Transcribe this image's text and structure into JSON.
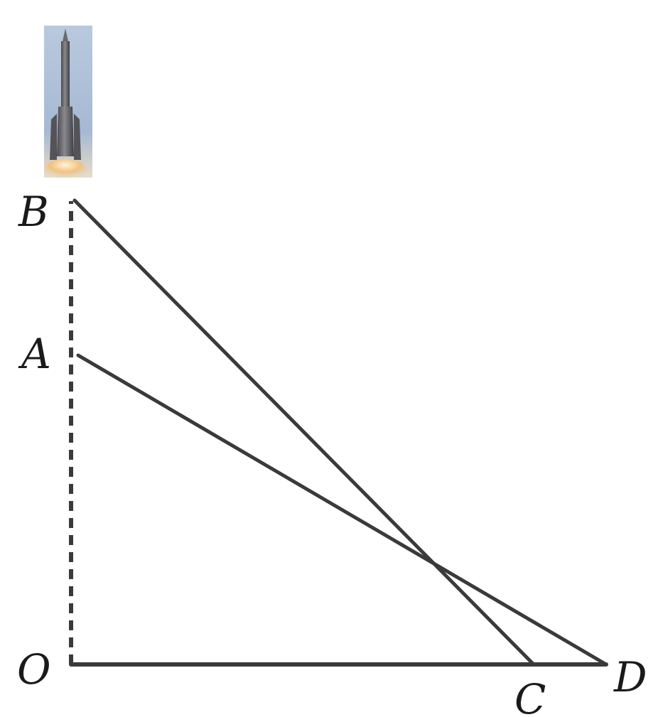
{
  "diagram": {
    "points": {
      "O": "O",
      "A": "A",
      "B": "B",
      "C": "C",
      "D": "D"
    },
    "segments": [
      {
        "from": "O",
        "to": "B",
        "style": "dashed"
      },
      {
        "from": "O",
        "to": "D",
        "style": "solid"
      },
      {
        "from": "A",
        "to": "D",
        "style": "solid"
      },
      {
        "from": "B",
        "to": "C",
        "style": "solid"
      }
    ],
    "object": {
      "name": "rocket-icon",
      "above_point": "B"
    },
    "colors": {
      "line": "#3a3a3a",
      "rocket_sky": "#a9bdd6",
      "rocket_body": "#5f5f62",
      "flame": "#e8b46a"
    }
  }
}
